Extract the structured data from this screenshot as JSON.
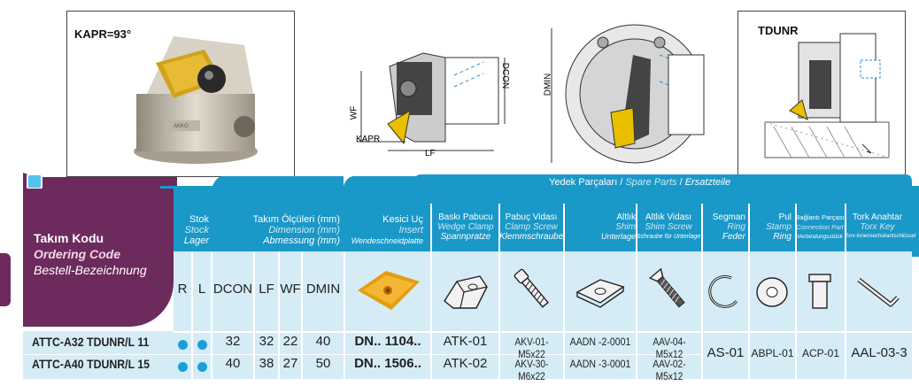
{
  "figures": {
    "fig1_label": "KAPR=93°",
    "fig2_labels": {
      "wf": "WF",
      "kapr": "KAPR",
      "lf": "LF",
      "dcon": "DCON"
    },
    "fig3_labels": {
      "dmin": "DMIN"
    },
    "fig4_label": "TDUNR"
  },
  "table": {
    "spare_parts_header": {
      "tr": "Yedek Parçaları /",
      "en": "Spare Parts",
      "sep": "/",
      "de": "Ersatzteile"
    },
    "code_header": {
      "tr": "Takım Kodu",
      "en": "Ordering Code",
      "de": "Bestell-Bezeichnung"
    },
    "stock_header": {
      "tr": "Stok",
      "en": "Stock",
      "de": "Lager"
    },
    "dims_header": {
      "tr": "Takım Ölçüleri (mm)",
      "en": "Dimension (mm)",
      "de": "Abmessung (mm)"
    },
    "insert_header": {
      "tr": "Kesici Uç",
      "en": "Insert",
      "de": "Wendeschneidplatte"
    },
    "part_headers": [
      {
        "tr": "Baskı Pabucu",
        "en": "Wedge Clamp",
        "de": "Spannpratze"
      },
      {
        "tr": "Pabuç Vidası",
        "en": "Clamp Screw",
        "de": "Klemmschraube"
      },
      {
        "tr": "Altlık",
        "en": "Shim",
        "de": "Unterlage"
      },
      {
        "tr": "Altlık Vidası",
        "en": "Shim Screw",
        "de": "Schraube für Unterlage"
      },
      {
        "tr": "Segman",
        "en": "Ring",
        "de": "Feder"
      },
      {
        "tr": "Pul",
        "en": "Stamp",
        "de": "Ring"
      },
      {
        "tr": "Bağlantı Parçası",
        "en": "Connection Part",
        "de": "Verbindungsstück"
      },
      {
        "tr": "Tork Anahtar",
        "en": "Torx Key",
        "de": "Torx-Innensechskantschlüssel"
      }
    ],
    "sub_headers": [
      "R",
      "L",
      "DCON",
      "LF",
      "WF",
      "DMIN"
    ],
    "rows": [
      {
        "code": "ATTC-A32 TDUNR/L 11",
        "dcon": "32",
        "lf": "32",
        "wf": "22",
        "dmin": "40",
        "insert": "DN.. 1104..",
        "wedge": "ATK-01",
        "clamp_screw": "AKV-01-M5x22",
        "shim": "AADN -2-0001",
        "shim_screw": "AAV-04-M5x12"
      },
      {
        "code": "ATTC-A40 TDUNR/L 15",
        "dcon": "40",
        "lf": "38",
        "wf": "27",
        "dmin": "50",
        "insert": "DN.. 1506..",
        "wedge": "ATK-02",
        "clamp_screw": "AKV-30-M6x22",
        "shim": "AADN -3-0001",
        "shim_screw": "AAV-02-M5x12"
      }
    ],
    "shared": {
      "ring": "AS-01",
      "stamp": "ABPL-01",
      "connection": "ACP-01",
      "key": "AAL-03-3"
    }
  },
  "colors": {
    "header_blue": "#1a98c8",
    "light_blue": "#d5ecf6",
    "purple": "#6d2a5c"
  }
}
